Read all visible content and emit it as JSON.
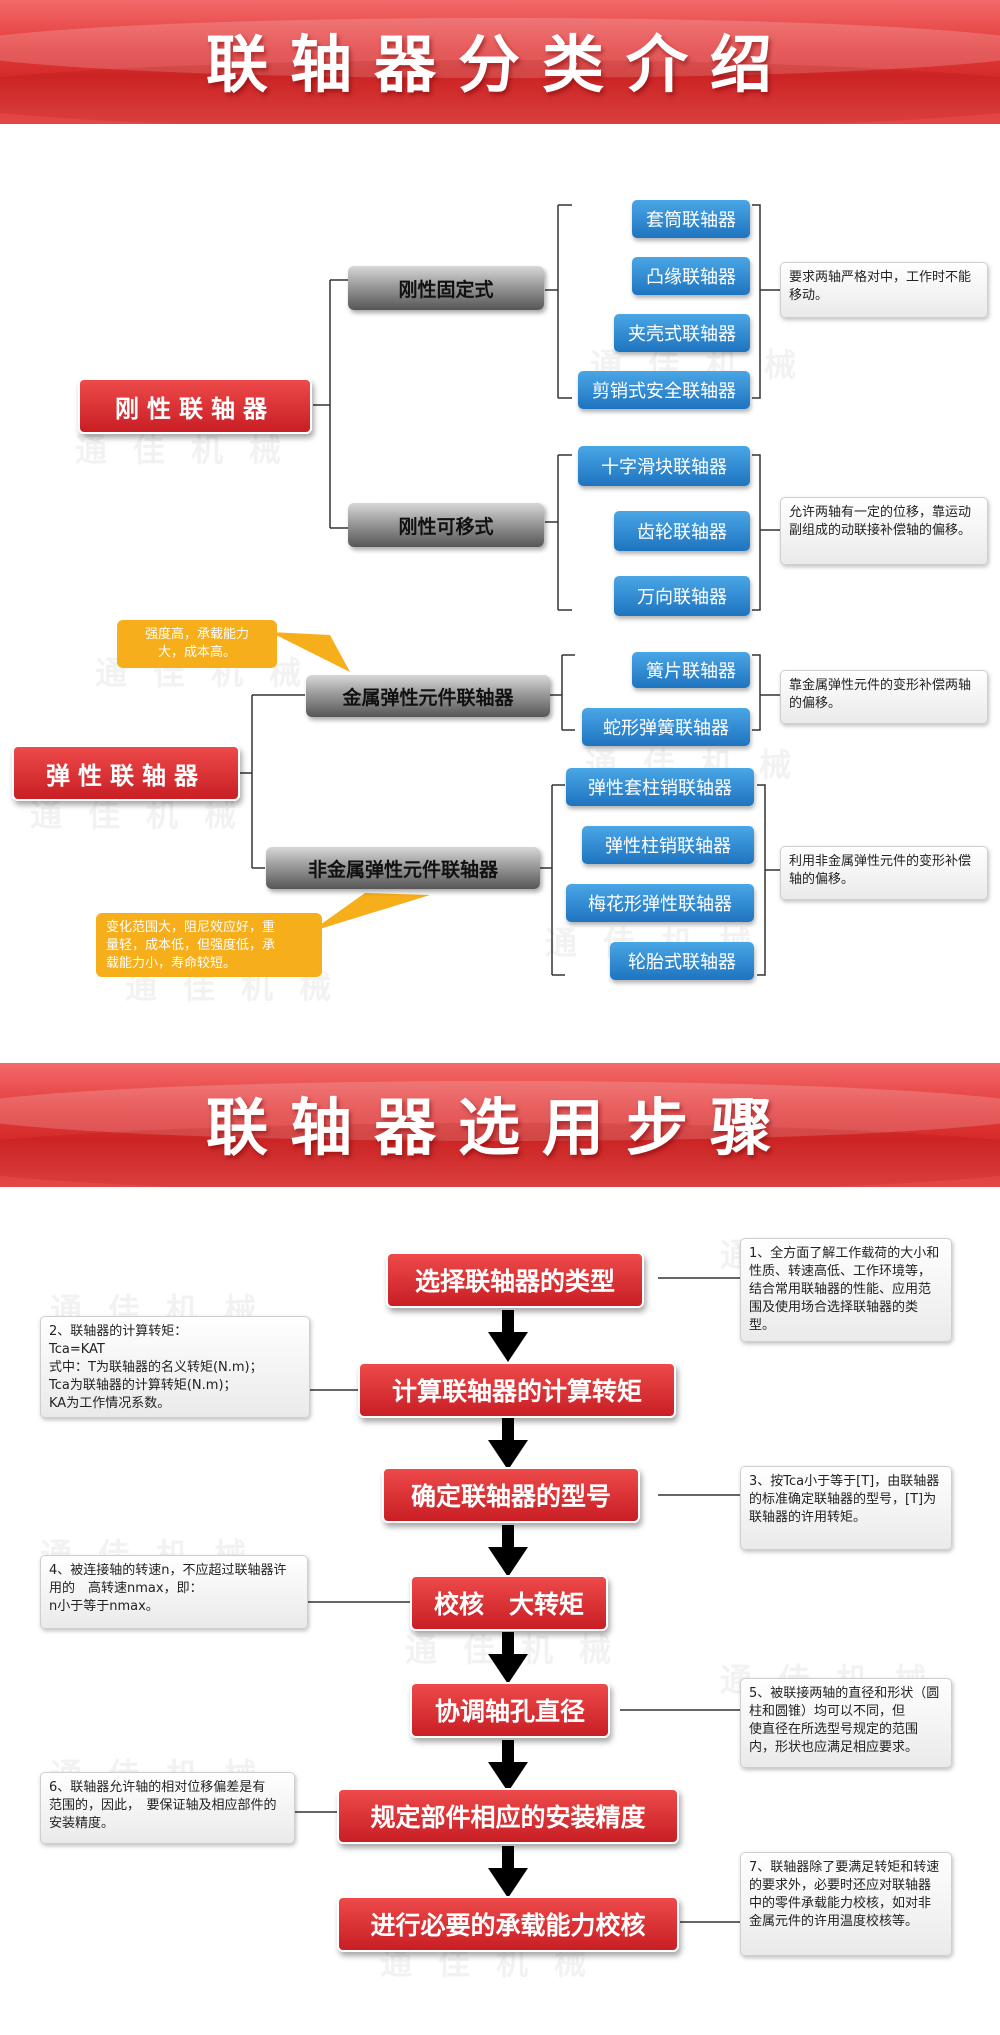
{
  "banner1": {
    "title": "联轴器分类介绍"
  },
  "banner2": {
    "title": "联轴器选用步骤"
  },
  "watermark": "通佳机械",
  "classification": {
    "rigid": {
      "label": "刚性联轴器",
      "fixed": {
        "label": "刚性固定式",
        "items": [
          "套筒联轴器",
          "凸缘联轴器",
          "夹壳式联轴器",
          "剪销式安全联轴器"
        ],
        "note": "要求两轴严格对中，工作时不能移动。"
      },
      "movable": {
        "label": "刚性可移式",
        "items": [
          "十字滑块联轴器",
          "齿轮联轴器",
          "万向联轴器"
        ],
        "note": "允许两轴有一定的位移，靠运动副组成的动联接补偿轴的偏移。"
      }
    },
    "elastic": {
      "label": "弹性联轴器",
      "metal": {
        "label": "金属弹性元件联轴器",
        "callout": "强度高，承载能力\n大，成本高。",
        "items": [
          "簧片联轴器",
          "蛇形弹簧联轴器"
        ],
        "note": "靠金属弹性元件的变形补偿两轴的偏移。"
      },
      "nonmetal": {
        "label": "非金属弹性元件联轴器",
        "callout": "变化范围大，阻尼效应好，重\n量轻，成本低，但强度低，承\n载能力小，寿命较短。",
        "items": [
          "弹性套柱销联轴器",
          "弹性柱销联轴器",
          "梅花形弹性联轴器",
          "轮胎式联轴器"
        ],
        "note": "利用非金属弹性元件的变形补偿轴的偏移。"
      }
    }
  },
  "steps": [
    {
      "label": "选择联轴器的类型",
      "note": "1、全方面了解工作载荷的大小和性质、转速高低、工作环境等，结合常用联轴器的性能、应用范围及使用场合选择联轴器的类型。"
    },
    {
      "label": "计算联轴器的计算转矩",
      "note": "2、联轴器的计算转矩：\nTca=KAT\n式中：T为联轴器的名义转矩(N.m)；\nTca为联轴器的计算转矩(N.m)；\nKA为工作情况系数。"
    },
    {
      "label": "确定联轴器的型号",
      "note": "3、按Tca小于等于[T]，由联轴器的标准确定联轴器的型号，[T]为联轴器的许用转矩。"
    },
    {
      "label": "校核　大转矩",
      "note": "4、被连接轴的转速n，不应超过联轴器许用的　高转速nmax，即：\nn小于等于nmax。"
    },
    {
      "label": "协调轴孔直径",
      "note": "5、被联接两轴的直径和形状（圆柱和圆锥）均可以不同，但　　使直径在所选型号规定的范围内，形状也应满足相应要求。"
    },
    {
      "label": "规定部件相应的安装精度",
      "note": "6、联轴器允许轴的相对位移偏差是有　　范围的，因此，　要保证轴及相应部件的安装精度。"
    },
    {
      "label": "进行必要的承载能力校核",
      "note": "7、联轴器除了要满足转矩和转速的要求外，必要时还应对联轴器中的零件承载能力校核，如对非金属元件的许用温度校核等。"
    }
  ]
}
